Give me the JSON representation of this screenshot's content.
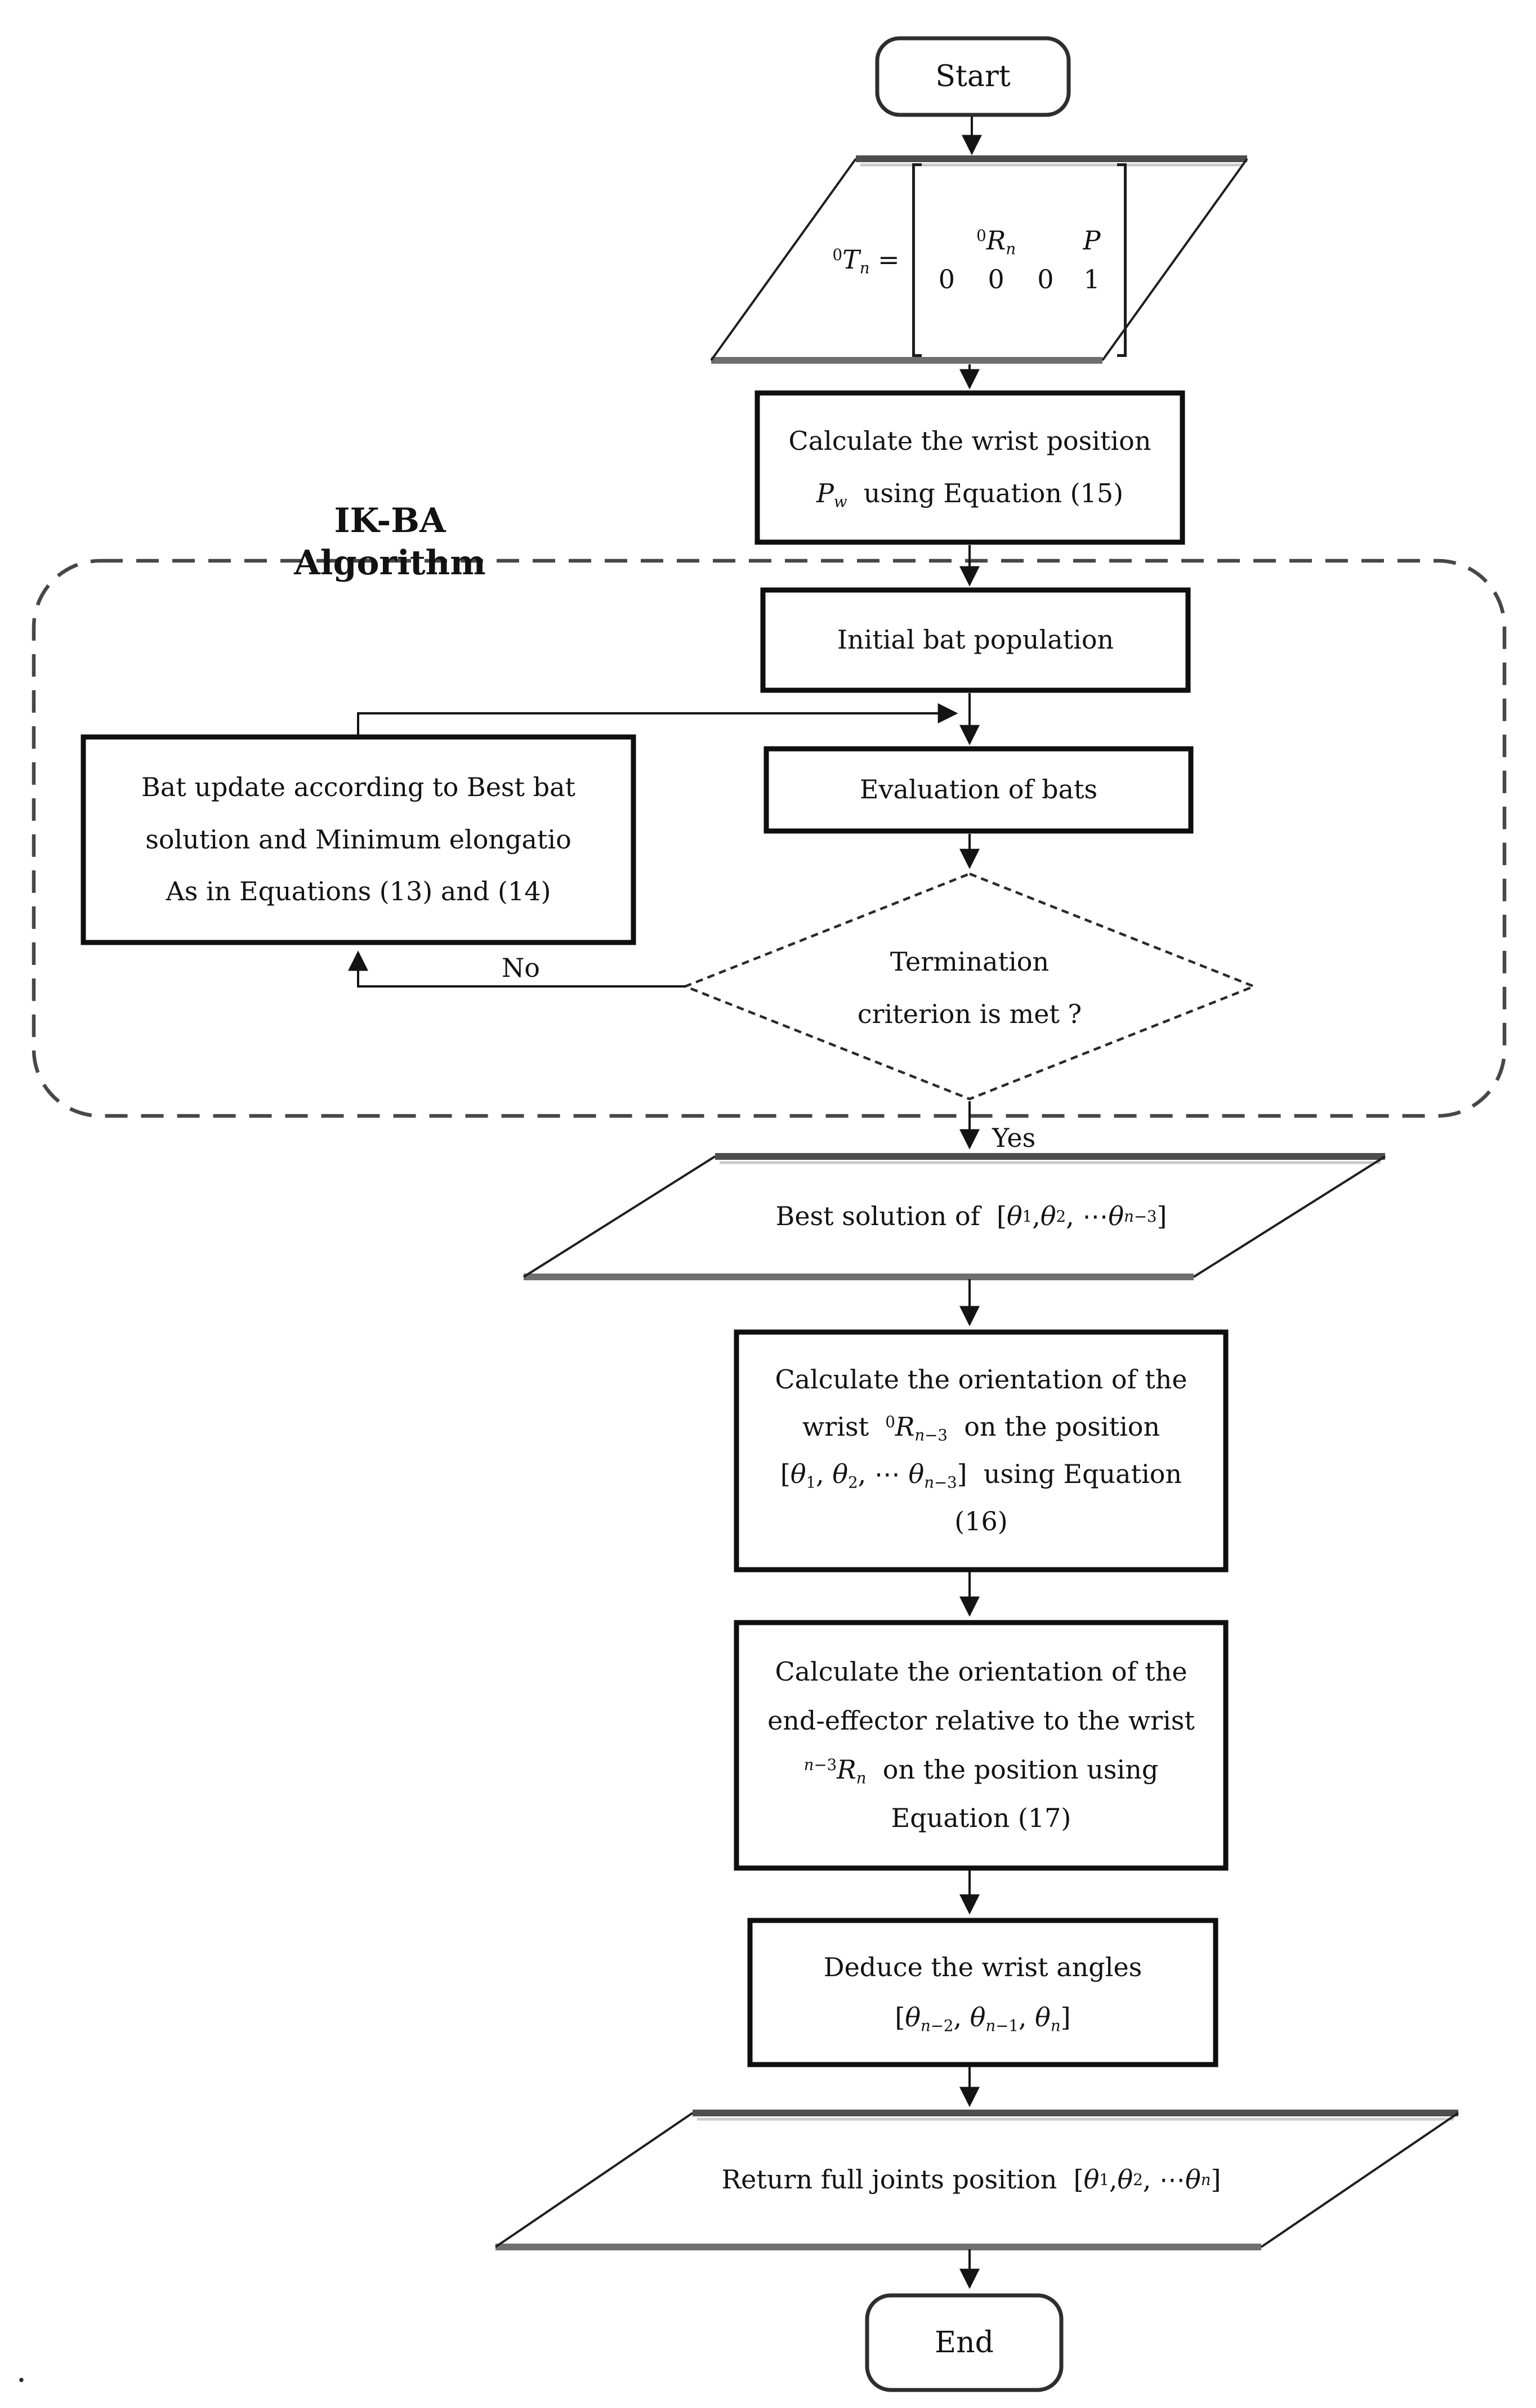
{
  "diagram": {
    "group_label": "IK-BA Algorithm",
    "edge_labels": {
      "no": "No",
      "yes": "Yes"
    },
    "footnote": ".",
    "nodes": {
      "start": {
        "label": "Start"
      },
      "pose_input": {
        "lhs": "<sup>0</sup><i>T</i><sub><i>n</i></sub> =",
        "row1": [
          "<sup>0</sup><i>R</i><sub><i>n</i></sub>",
          "<i>P</i>"
        ],
        "row2": [
          "0&nbsp;&nbsp;&nbsp;&nbsp;0&nbsp;&nbsp;&nbsp;&nbsp;0",
          "1"
        ]
      },
      "wrist_position": {
        "lines": [
          "Calculate the wrist position",
          "<i>P</i><sub><i>w</i></sub>&nbsp;&nbsp;using Equation (15)"
        ]
      },
      "initial_population": {
        "label": "Initial bat population"
      },
      "evaluation": {
        "label": "Evaluation of bats"
      },
      "bat_update": {
        "lines": [
          "Bat update according to Best bat",
          "solution and Minimum elongatio",
          "As in Equations (13) and (14)"
        ]
      },
      "termination": {
        "lines": [
          "Termination",
          "criterion is met ?"
        ]
      },
      "best_solution": {
        "label": "Best solution of&nbsp; [<i>θ</i><sub>1</sub>, <i>θ</i><sub>2</sub>, ⋯ <i>θ</i><sub><i>n</i>−3</sub>]"
      },
      "wrist_orientation": {
        "lines": [
          "Calculate the orientation of the",
          "wrist&nbsp; <sup>0</sup><i>R</i><sub><i>n</i>−3</sub>&nbsp; on the position",
          "[<i>θ</i><sub>1</sub>, <i>θ</i><sub>2</sub>, ⋯ <i>θ</i><sub><i>n</i>−3</sub>]&nbsp; using Equation",
          "(16)"
        ]
      },
      "ee_orientation": {
        "lines": [
          "Calculate the orientation of the",
          "end-effector relative to the wrist",
          "<sup><i>n</i>−3</sup><i>R</i><sub><i>n</i></sub>&nbsp; on the position using",
          "Equation (17)"
        ]
      },
      "deduce_angles": {
        "lines": [
          "Deduce the wrist angles",
          "[<i>θ</i><sub><i>n</i>−2</sub>, <i>θ</i><sub><i>n</i>−1</sub>, <i>θ</i><sub><i>n</i></sub>]"
        ]
      },
      "return_joints": {
        "label": "Return full joints position&nbsp; [<i>θ</i><sub>1</sub>, <i>θ</i><sub>2</sub>, ⋯ <i>θ</i><sub><i>n</i></sub>]"
      },
      "end": {
        "label": "End"
      }
    }
  },
  "colors": {
    "background": "#ffffff",
    "node_stroke": "#0f0f0f",
    "dashed_container_stroke": "#474747",
    "parallelogram_top_edge": "#4d4d4d",
    "parallelogram_bottom_edge": "#6f6f6f",
    "edge_stroke": "#141414",
    "text": "#121212"
  }
}
